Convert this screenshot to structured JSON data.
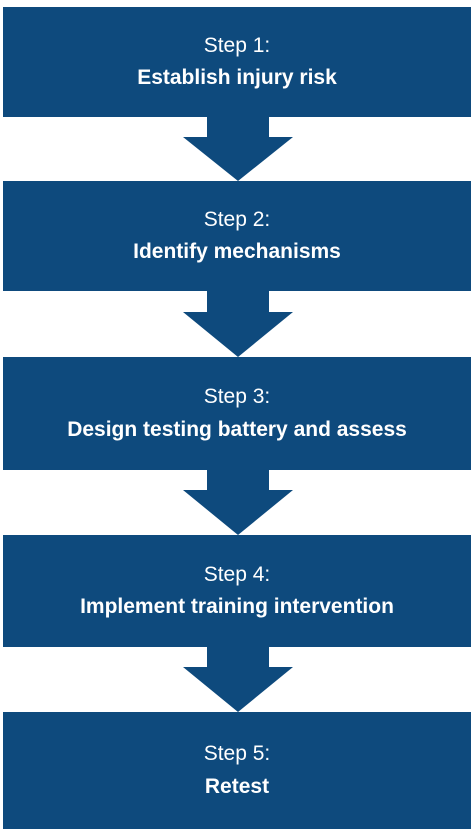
{
  "colors": {
    "box_fill": "#0e4a7d",
    "text": "#ffffff",
    "background": "#ffffff"
  },
  "steps": [
    {
      "label": "Step 1:",
      "title": "Establish injury risk"
    },
    {
      "label": "Step 2:",
      "title": "Identify mechanisms"
    },
    {
      "label": "Step 3:",
      "title": "Design testing battery and assess"
    },
    {
      "label": "Step 4:",
      "title": "Implement training intervention"
    },
    {
      "label": "Step 5:",
      "title": "Retest"
    }
  ]
}
